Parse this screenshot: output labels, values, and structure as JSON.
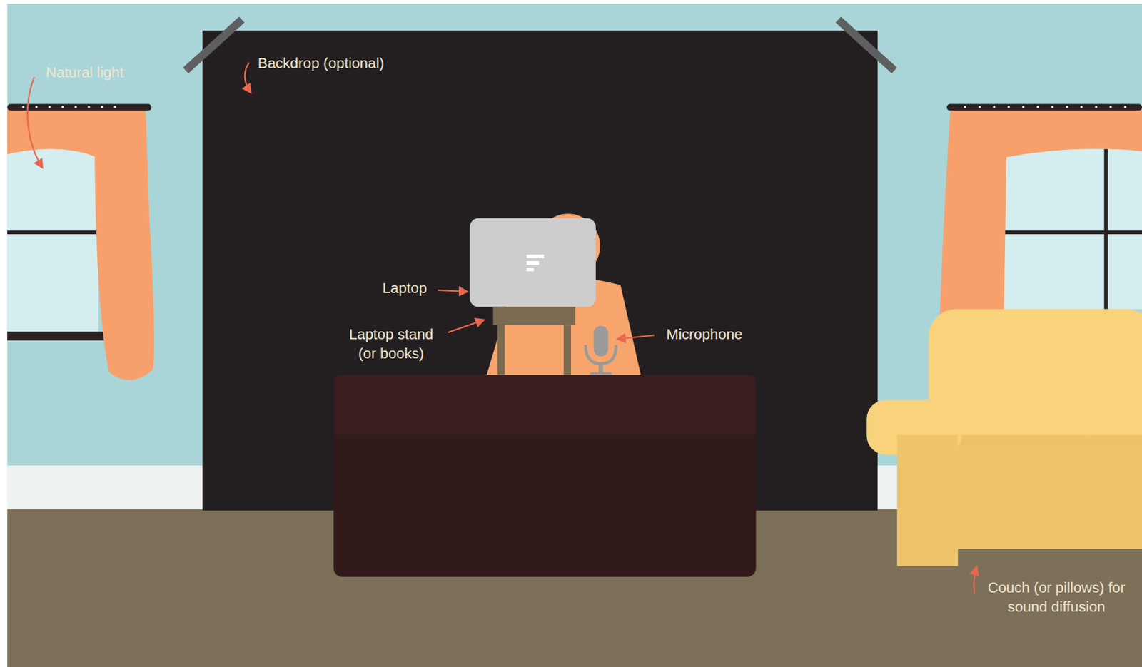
{
  "diagram": {
    "labels": [
      "Natural light",
      "Backdrop (optional)",
      "Laptop",
      "Laptop stand (or books)",
      "Microphone",
      "Couch (or pillows) for sound diffusion"
    ]
  }
}
